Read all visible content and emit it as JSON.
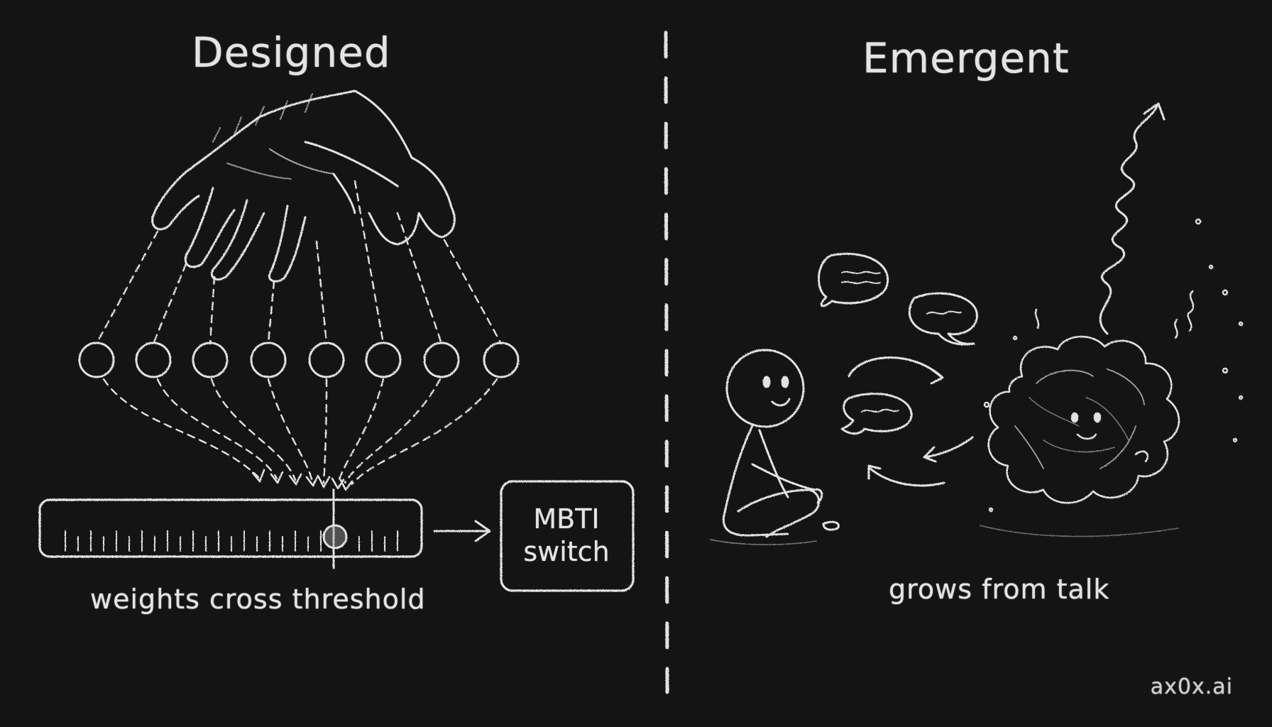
{
  "left_panel": {
    "title": "Designed",
    "box_line1": "MBTI",
    "box_line2": "switch",
    "caption": "weights cross threshold"
  },
  "right_panel": {
    "title": "Emergent",
    "caption": "grows from talk"
  },
  "watermark": "ax0x.ai",
  "colors": {
    "background": "#141414",
    "chalk": "#e4e4e4"
  },
  "icons": {
    "left": [
      "hand-icon",
      "weight-node",
      "threshold-slider",
      "arrow-right-icon",
      "mbti-switch-box"
    ],
    "right": [
      "person-icon",
      "speech-bubble-icon",
      "cloud-creature-icon",
      "squiggle-arrow-icon"
    ]
  }
}
